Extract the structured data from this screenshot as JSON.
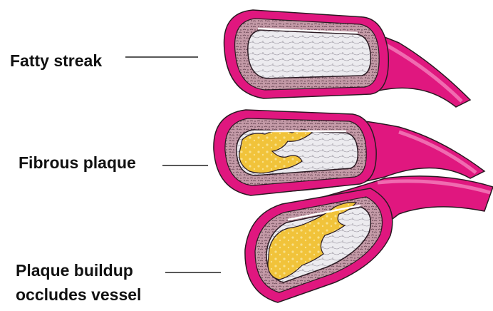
{
  "labels": {
    "fatty_streak": "Fatty streak",
    "fibrous_plaque": "Fibrous plaque",
    "plaque_buildup_line1": "Plaque buildup",
    "plaque_buildup_line2": "occludes vessel"
  },
  "colors": {
    "outer_wall": "#e0177f",
    "outer_wall_light": "#f06bb0",
    "media": "#c79aa8",
    "intima": "#efe6ea",
    "lumen": "#e8e8ec",
    "plaque": "#f1c33a",
    "plaque_light": "#f8e08a",
    "outline": "#2a1a22",
    "leader_line": "#222222"
  }
}
